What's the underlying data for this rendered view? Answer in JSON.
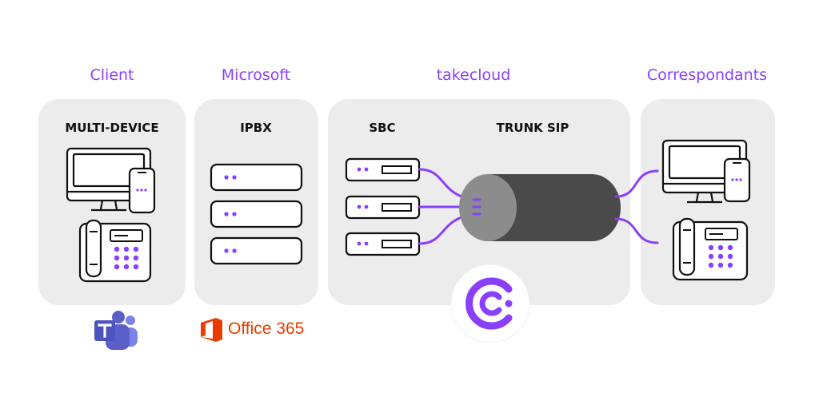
{
  "columns": {
    "client": "Client",
    "microsoft": "Microsoft",
    "takecloud": "takecloud",
    "correspondants": "Correspondants"
  },
  "panels": {
    "client_title": "MULTI-DEVICE",
    "ipbx_title": "IPBX",
    "sbc_title": "SBC",
    "trunk_title": "TRUNK SIP"
  },
  "logos": {
    "office365": "Office 365",
    "teams_icon": "teams-logo-icon",
    "takecloud_icon": "takecloud-logo-icon"
  },
  "colors": {
    "accent": "#8a3ffc",
    "panel_bg": "#ececec",
    "stroke": "#111111",
    "trunk_body": "#4a4a4a",
    "trunk_face": "#8c8c8c",
    "office": "#eb3c00",
    "teams": "#5b5fc7"
  }
}
